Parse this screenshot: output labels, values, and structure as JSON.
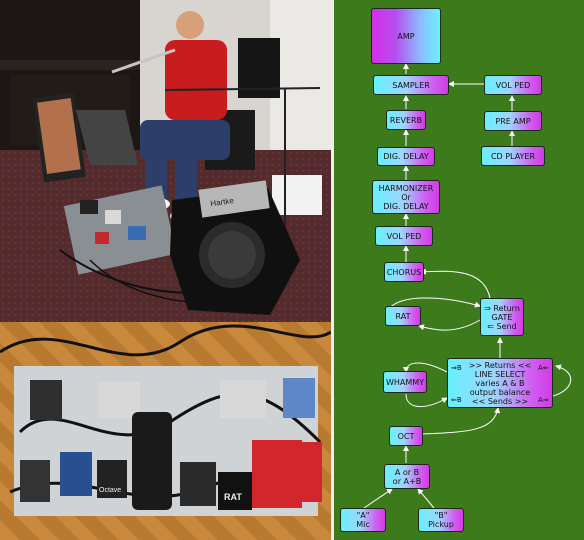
{
  "diagram": {
    "nodes": {
      "amp": "AMP",
      "sampler": "SAMPLER",
      "vol_ped_top": "VOL PED",
      "reverb": "REVERB",
      "pre_amp": "PRE AMP",
      "dig_delay": "DIG. DELAY",
      "cd_player": "CD PLAYER",
      "harmonizer": "HARMONIZER\nOr\nDIG. DELAY",
      "vol_ped": "VOL PED",
      "chorus": "CHORUS",
      "rat": "RAT",
      "gate": "⇒ Return\nGATE\n⇐ Send",
      "whammy": "WHAMMY",
      "line_select": ">> Returns <<\nLINE SELECT\nvaries A & B\noutput balance\n<< Sends >>",
      "oct": "OCT",
      "a_or_b": "A or B\nor A+B",
      "mic": "\"A\"\nMic",
      "pickup": "\"B\"\nPickup"
    },
    "port_labels": {
      "b_in": "⇒B",
      "b_out": "⇐B",
      "a_in": "A⇐",
      "a_out": "A⇒"
    }
  },
  "photos": {
    "amp_brand": "Hartke",
    "pedal_label_octave": "Octave",
    "pedal_label_rat": "RAT"
  },
  "colors": {
    "diagram_background": "#3c7a1c",
    "node_cyan": "#66f0ff",
    "node_magenta": "#d23ae6"
  }
}
